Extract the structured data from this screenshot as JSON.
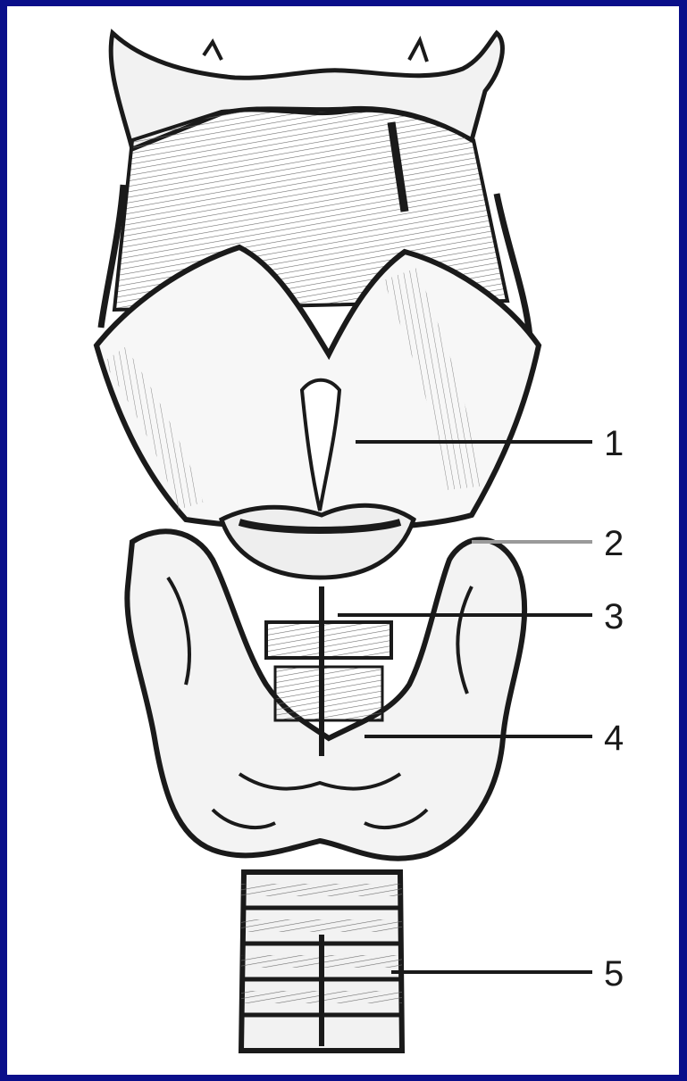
{
  "labels": [
    {
      "id": "1",
      "text": "1"
    },
    {
      "id": "2",
      "text": "2"
    },
    {
      "id": "3",
      "text": "3"
    },
    {
      "id": "4",
      "text": "4"
    },
    {
      "id": "5",
      "text": "5"
    }
  ],
  "colors": {
    "background": "#0a0f8a",
    "canvas": "#ffffff",
    "ink": "#1a1a1a",
    "shade": "#9a9a9a"
  }
}
